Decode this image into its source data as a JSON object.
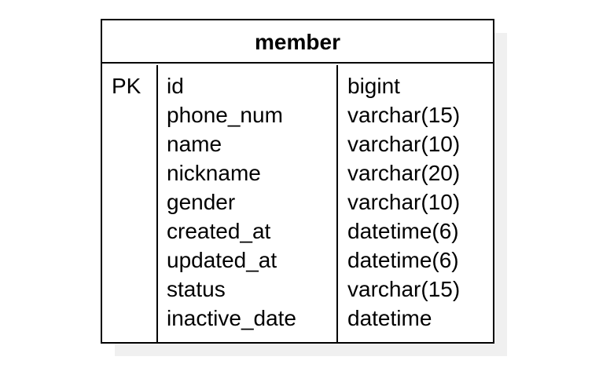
{
  "entity": {
    "title": "member",
    "rows": [
      {
        "key": "PK",
        "name": "id",
        "type": "bigint"
      },
      {
        "key": "",
        "name": "phone_num",
        "type": "varchar(15)"
      },
      {
        "key": "",
        "name": "name",
        "type": "varchar(10)"
      },
      {
        "key": "",
        "name": "nickname",
        "type": "varchar(20)"
      },
      {
        "key": "",
        "name": "gender",
        "type": "varchar(10)"
      },
      {
        "key": "",
        "name": "created_at",
        "type": "datetime(6)"
      },
      {
        "key": "",
        "name": "updated_at",
        "type": "datetime(6)"
      },
      {
        "key": "",
        "name": "status",
        "type": "varchar(15)"
      },
      {
        "key": "",
        "name": "inactive_date",
        "type": "datetime"
      }
    ]
  },
  "colors": {
    "border": "#000000",
    "shadow": "#f0f0f0",
    "background": "#ffffff"
  }
}
